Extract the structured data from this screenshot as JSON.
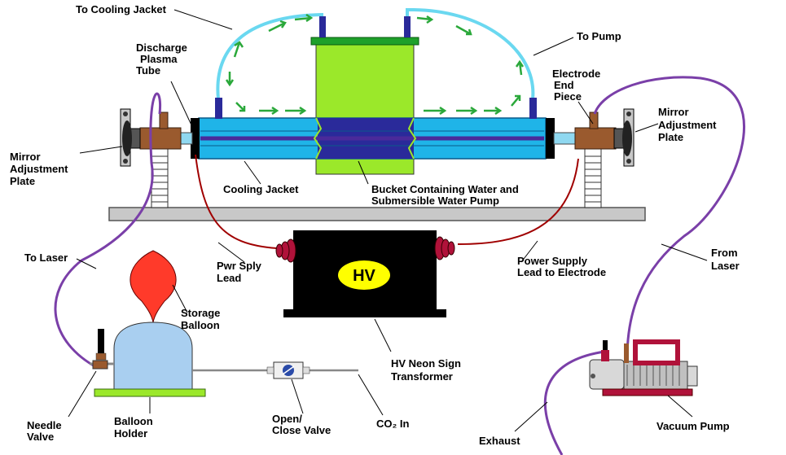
{
  "colors": {
    "background": "#ffffff",
    "water_jacket": "#1fb4e8",
    "water_dark": "#2a2a9a",
    "bucket": "#9be82a",
    "tube_water": "#8fd8f0",
    "arrow": "#2aa83a",
    "bench": "#c8c8c8",
    "transformer": "#000000",
    "hv_badge": "#ffff00",
    "balloon": "#ff3a2a",
    "holder": "#a9cff0",
    "hose_purple": "#7a3fa8",
    "lead_red": "#a00000",
    "copper": "#9a5a2e",
    "pump_red": "#b0123a"
  },
  "labels": {
    "to_cooling_jacket": "To Cooling Jacket",
    "to_pump": "To Pump",
    "discharge_plasma_tube_1": "Discharge",
    "discharge_plasma_tube_2": "Plasma",
    "discharge_plasma_tube_3": "Tube",
    "electrode_end_piece_1": "Electrode",
    "electrode_end_piece_2": "End",
    "electrode_end_piece_3": "Piece",
    "mirror_left_1": "Mirror",
    "mirror_left_2": "Adjustment",
    "mirror_left_3": "Plate",
    "mirror_right_1": "Mirror",
    "mirror_right_2": "Adjustment",
    "mirror_right_3": "Plate",
    "cooling_jacket": "Cooling Jacket",
    "bucket_1": "Bucket Containing Water and",
    "bucket_2": "Submersible Water Pump",
    "to_laser": "To Laser",
    "pwr_sply_lead_1": "Pwr Sply",
    "pwr_sply_lead_2": "Lead",
    "hv": "HV",
    "power_supply_lead_1": "Power Supply",
    "power_supply_lead_2": "Lead to Electrode",
    "from_laser_1": "From",
    "from_laser_2": "Laser",
    "storage_balloon_1": "Storage",
    "storage_balloon_2": "Balloon",
    "hv_transformer_1": "HV Neon Sign",
    "hv_transformer_2": "Transformer",
    "needle_valve_1": "Needle",
    "needle_valve_2": "Valve",
    "balloon_holder_1": "Balloon",
    "balloon_holder_2": "Holder",
    "open_close_valve_1": "Open/",
    "open_close_valve_2": "Close Valve",
    "co2_in": "CO₂ In",
    "exhaust": "Exhaust",
    "vacuum_pump": "Vacuum Pump"
  }
}
